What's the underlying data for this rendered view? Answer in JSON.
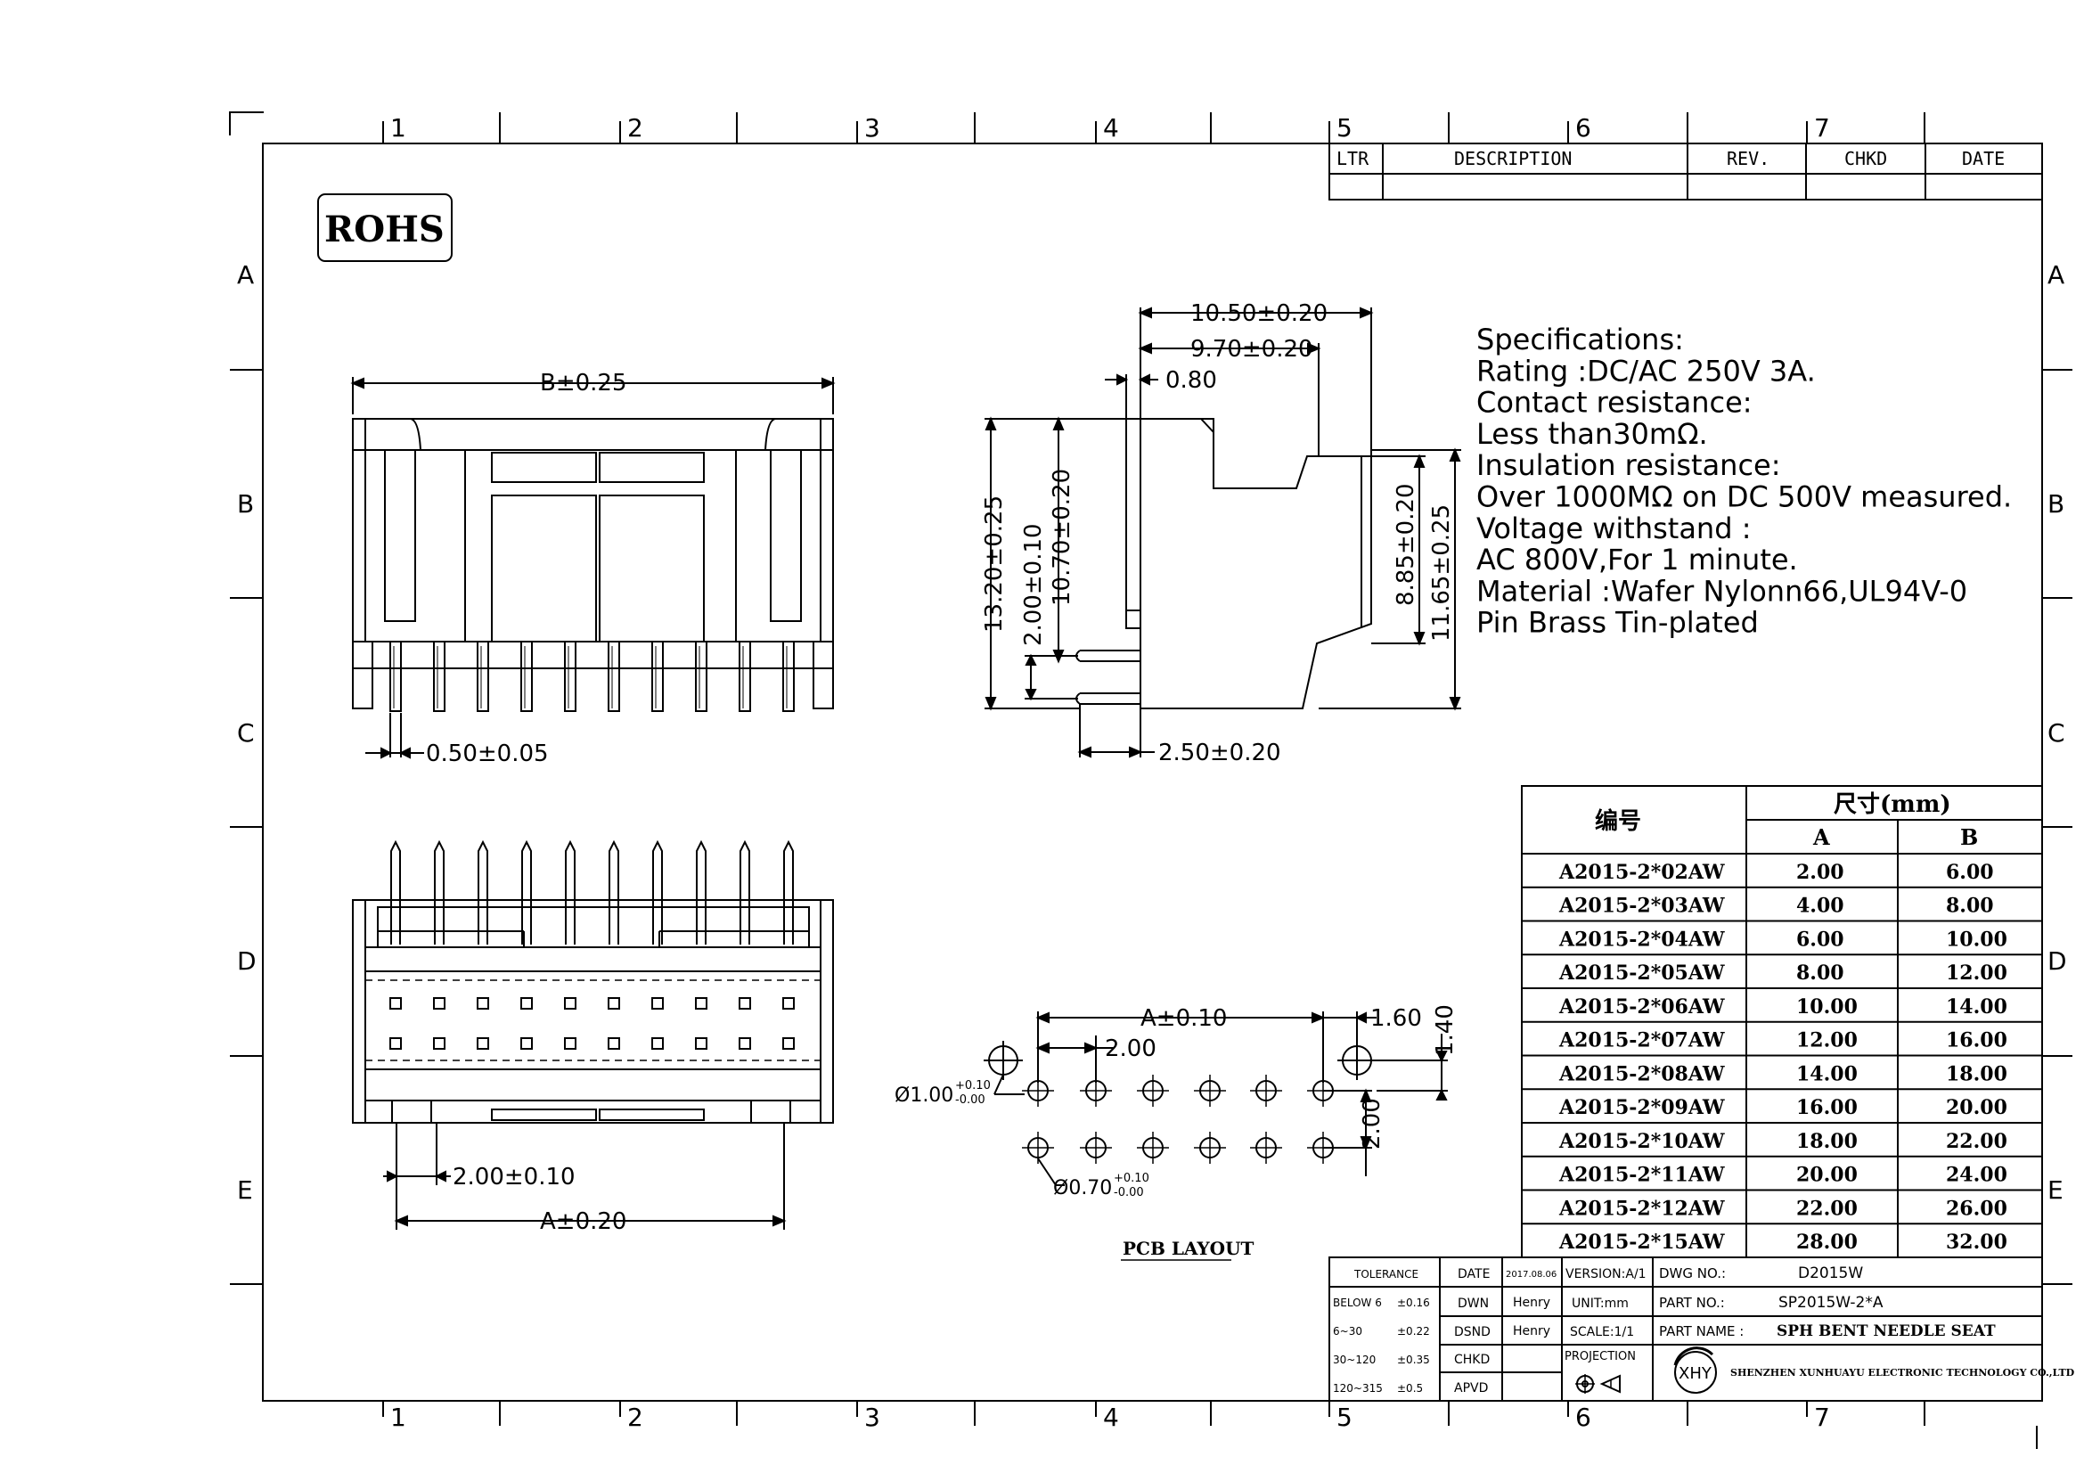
{
  "frame": {
    "col_labels": [
      "1",
      "2",
      "3",
      "4",
      "5",
      "6",
      "7"
    ],
    "row_labels": [
      "A",
      "B",
      "C",
      "D",
      "E"
    ]
  },
  "rohs": "ROHS",
  "revision_block": {
    "headers": [
      "LTR",
      "DESCRIPTION",
      "REV.",
      "CHKD",
      "DATE"
    ]
  },
  "front_view": {
    "dim_b": "B±0.25",
    "dim_pin_width": "0.50±0.05"
  },
  "side_view": {
    "dim_10_50": "10.50±0.20",
    "dim_9_70": "9.70±0.20",
    "dim_0_80": "0.80",
    "dim_13_20": "13.20±0.25",
    "dim_2_00": "2.00±0.10",
    "dim_10_70": "10.70±0.20",
    "dim_8_85": "8.85±0.20",
    "dim_11_65": "11.65±0.25",
    "dim_2_50": "2.50±0.20"
  },
  "specifications": [
    "Specifications:",
    "Rating :DC/AC 250V 3A.",
    "Contact resistance:",
    "Less than30mΩ.",
    "Insulation resistance:",
    "Over 1000MΩ on DC 500V measured.",
    "Voltage withstand :",
    "AC 800V,For 1 minute.",
    "Material :Wafer Nylonn66,UL94V-0",
    "Pin Brass Tin-plated"
  ],
  "top_view": {
    "dim_pitch": "2.00±0.10",
    "dim_a": "A±0.20"
  },
  "pcb_layout": {
    "title": "PCB LAYOUT",
    "dim_a": "A±0.10",
    "dim_1_60": "1.60",
    "dim_1_40": "1.40",
    "dim_2_00": "2.00",
    "dim_2_00_v": "2.00",
    "hole_large": "Ø1.00",
    "hole_large_tol_up": "+0.10",
    "hole_large_tol_dn": "-0.00",
    "hole_small": "Ø0.70",
    "hole_small_tol_up": "+0.10",
    "hole_small_tol_dn": "-0.00"
  },
  "dimension_table": {
    "col_part": "编号",
    "col_size": "尺寸(mm)",
    "col_a": "A",
    "col_b": "B",
    "rows": [
      {
        "part": "A2015-2*02AW",
        "a": "2.00",
        "b": "6.00"
      },
      {
        "part": "A2015-2*03AW",
        "a": "4.00",
        "b": "8.00"
      },
      {
        "part": "A2015-2*04AW",
        "a": "6.00",
        "b": "10.00"
      },
      {
        "part": "A2015-2*05AW",
        "a": "8.00",
        "b": "12.00"
      },
      {
        "part": "A2015-2*06AW",
        "a": "10.00",
        "b": "14.00"
      },
      {
        "part": "A2015-2*07AW",
        "a": "12.00",
        "b": "16.00"
      },
      {
        "part": "A2015-2*08AW",
        "a": "14.00",
        "b": "18.00"
      },
      {
        "part": "A2015-2*09AW",
        "a": "16.00",
        "b": "20.00"
      },
      {
        "part": "A2015-2*10AW",
        "a": "18.00",
        "b": "22.00"
      },
      {
        "part": "A2015-2*11AW",
        "a": "20.00",
        "b": "24.00"
      },
      {
        "part": "A2015-2*12AW",
        "a": "22.00",
        "b": "26.00"
      },
      {
        "part": "A2015-2*15AW",
        "a": "28.00",
        "b": "32.00"
      }
    ]
  },
  "title_block": {
    "tolerance": "TOLERANCE",
    "tol_rows": [
      {
        "range": "BELOW 6",
        "val": "±0.16"
      },
      {
        "range": "6~30",
        "val": "±0.22"
      },
      {
        "range": "30~120",
        "val": "±0.35"
      },
      {
        "range": "120~315",
        "val": "±0.5"
      }
    ],
    "date_label": "DATE",
    "date_value": "2017.08.06",
    "version": "VERSION:A/1",
    "dwn": "DWN",
    "dwn_name": "Henry",
    "unit": "UNIT:mm",
    "dsnd": "DSND",
    "dsnd_name": "Henry",
    "scale": "SCALE:1/1",
    "chkd": "CHKD",
    "apvd": "APVD",
    "projection": "PROJECTION",
    "dwg_no_label": "DWG NO.:",
    "dwg_no": "D2015W",
    "part_no_label": "PART NO.:",
    "part_no": "SP2015W-2*A",
    "part_name_label": "PART NAME :",
    "part_name": "SPH BENT NEEDLE SEAT",
    "logo": "XHY",
    "company": "SHENZHEN XUNHUAYU ELECTRONIC TECHNOLOGY CO.,LTD"
  }
}
